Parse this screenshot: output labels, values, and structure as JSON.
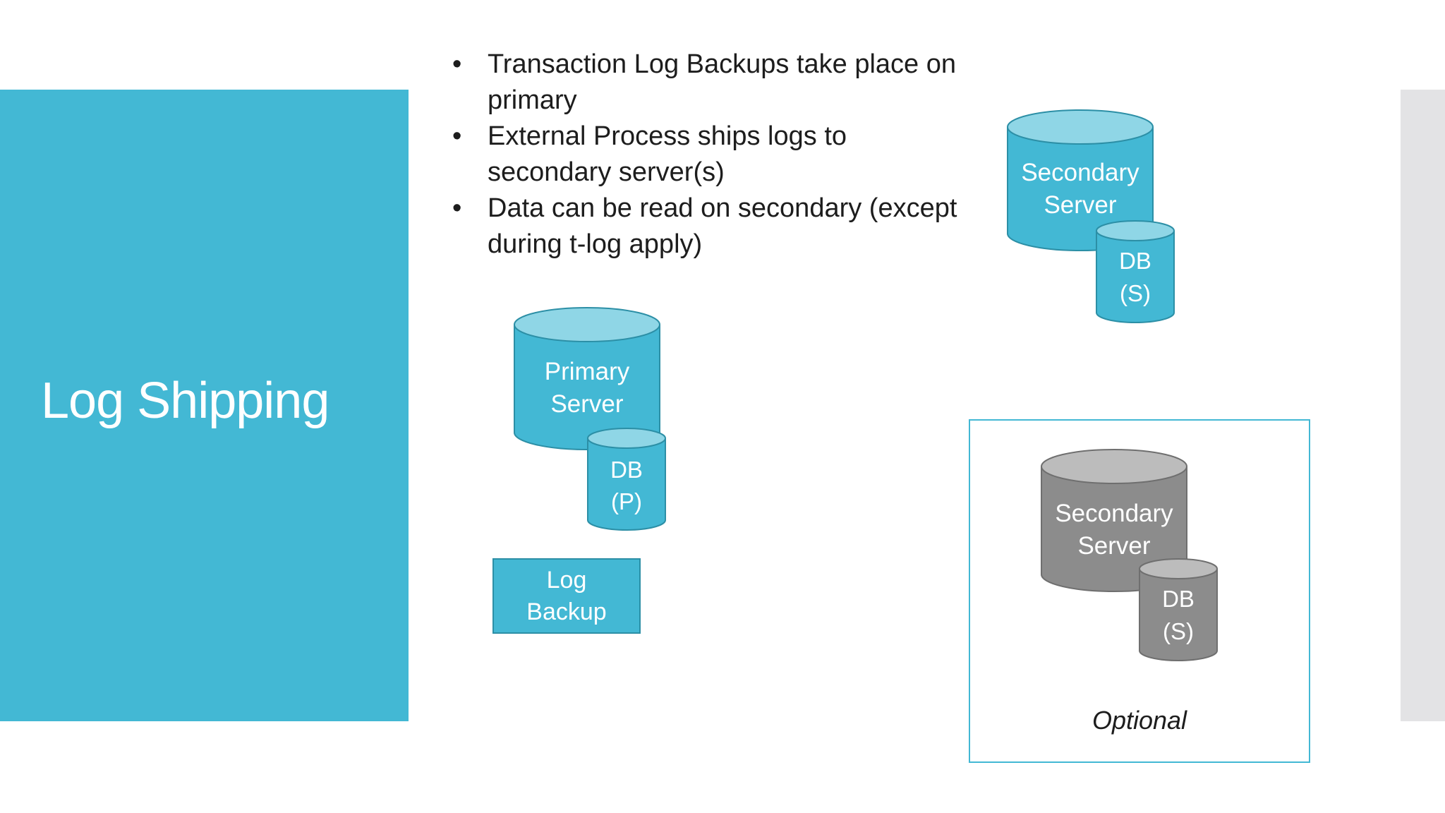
{
  "slide": {
    "title": "Log Shipping",
    "bullets": [
      "Transaction Log Backups take place on primary",
      "External Process ships logs to secondary server(s)",
      "Data can be read on secondary (except during t-log apply)"
    ]
  },
  "diagram": {
    "primary_server": {
      "line1": "Primary",
      "line2": "Server"
    },
    "primary_db": {
      "line1": "DB",
      "line2": "(P)"
    },
    "log_backup": {
      "line1": "Log",
      "line2": "Backup"
    },
    "secondary_server": {
      "line1": "Secondary",
      "line2": "Server"
    },
    "secondary_db": {
      "line1": "DB",
      "line2": "(S)"
    },
    "optional_secondary_server": {
      "line1": "Secondary",
      "line2": "Server"
    },
    "optional_secondary_db": {
      "line1": "DB",
      "line2": "(S)"
    },
    "optional_label": "Optional"
  },
  "colors": {
    "accent": "#43b8d4",
    "accent_top": "#8fd6e6",
    "accent_edge": "#2c8fa6",
    "gray_body": "#8c8c8c",
    "gray_top": "#bcbcbc",
    "gray_edge": "#6f6f6f"
  }
}
